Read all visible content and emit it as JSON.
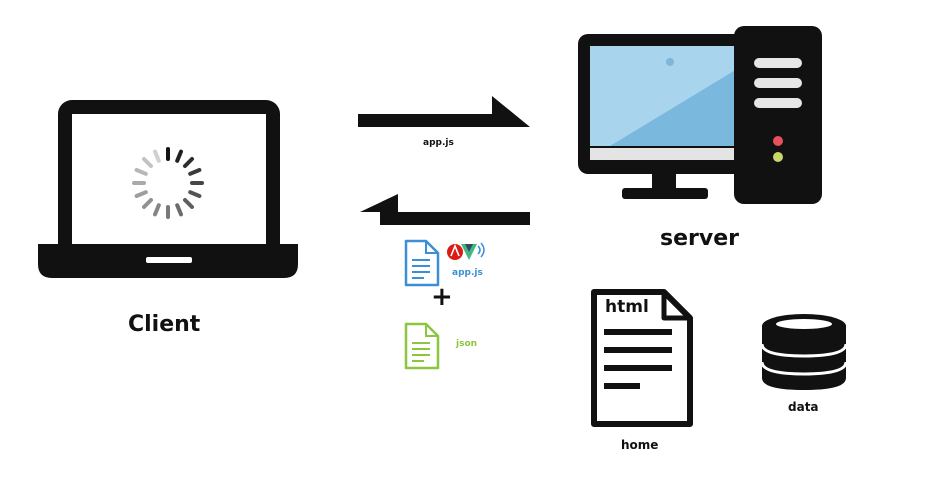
{
  "labels": {
    "client": "Client",
    "server": "server",
    "request": "app.js",
    "response_file": "app.js",
    "plus": "+",
    "json": "json",
    "html_doc": "html",
    "home": "home",
    "data": "data"
  },
  "colors": {
    "ink": "#111111",
    "screen_blue": "#7ab8dd",
    "screen_blue_light": "#a9d4ee",
    "file_blue": "#3b8fd6",
    "file_green": "#8cc63f",
    "vue_green": "#41b883",
    "vue_dark": "#35495e",
    "angular_red": "#dd1b16",
    "led_red": "#e8505b",
    "led_green": "#c8d66a"
  },
  "icons": {
    "client": "laptop-icon",
    "loading": "spinner-icon",
    "server": "desktop-computer-icon",
    "tower": "server-tower-icon",
    "request_arrow": "arrow-right-icon",
    "response_arrow": "arrow-left-icon",
    "js_file": "document-icon",
    "framework": "framework-logos-icon",
    "json_file": "document-icon",
    "html_file": "html-document-icon",
    "database": "database-icon"
  }
}
